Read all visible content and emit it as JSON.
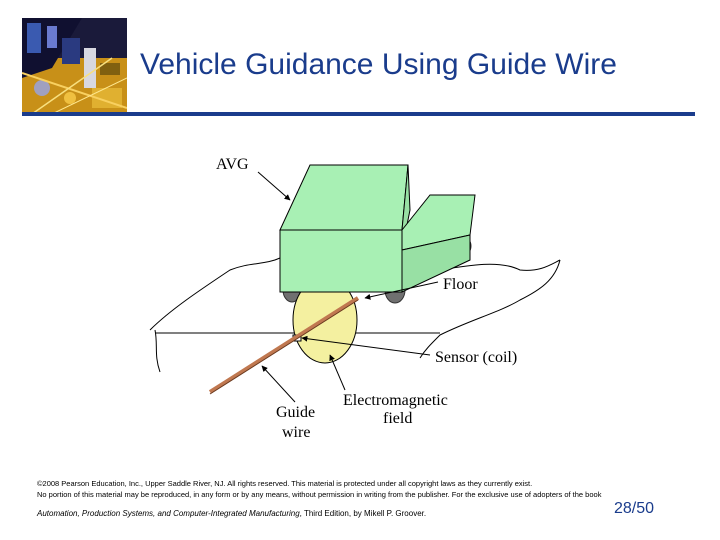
{
  "slide": {
    "title": "Vehicle Guidance Using Guide Wire",
    "page_number": "28/50"
  },
  "diagram": {
    "labels": {
      "avg": "AVG",
      "floor": "Floor",
      "sensor": "Sensor (coil)",
      "guide_wire_1": "Guide",
      "guide_wire_2": "wire",
      "field_1": "Electromagnetic",
      "field_2": "field"
    },
    "colors": {
      "vehicle": "#a8f0b4",
      "field": "#f4f0a0",
      "wire": "#c07850",
      "title": "#1a3c8c"
    }
  },
  "footer": {
    "copyright_line1": "©2008 Pearson Education, Inc., Upper Saddle River, NJ. All rights reserved. This material is protected under all copyright laws as they currently exist.",
    "copyright_line2": "No portion of this material may be reproduced, in any form or by any means, without permission in writing from the publisher. For the exclusive use of adopters of the book",
    "book_title": "Automation, Production Systems, and Computer-Integrated Manufacturing",
    "book_rest": ", Third Edition, by Mikell P. Groover."
  }
}
